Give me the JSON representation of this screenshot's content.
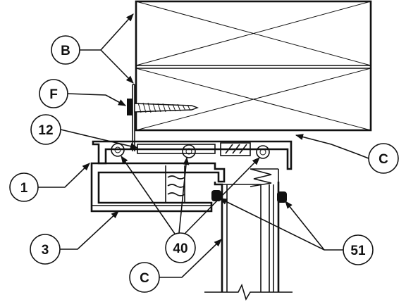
{
  "callouts": {
    "b": "B",
    "f": "F",
    "n12": "12",
    "n1": "1",
    "n3": "3",
    "c_top": "C",
    "n40": "40",
    "c_bottom": "C",
    "n51": "51"
  }
}
